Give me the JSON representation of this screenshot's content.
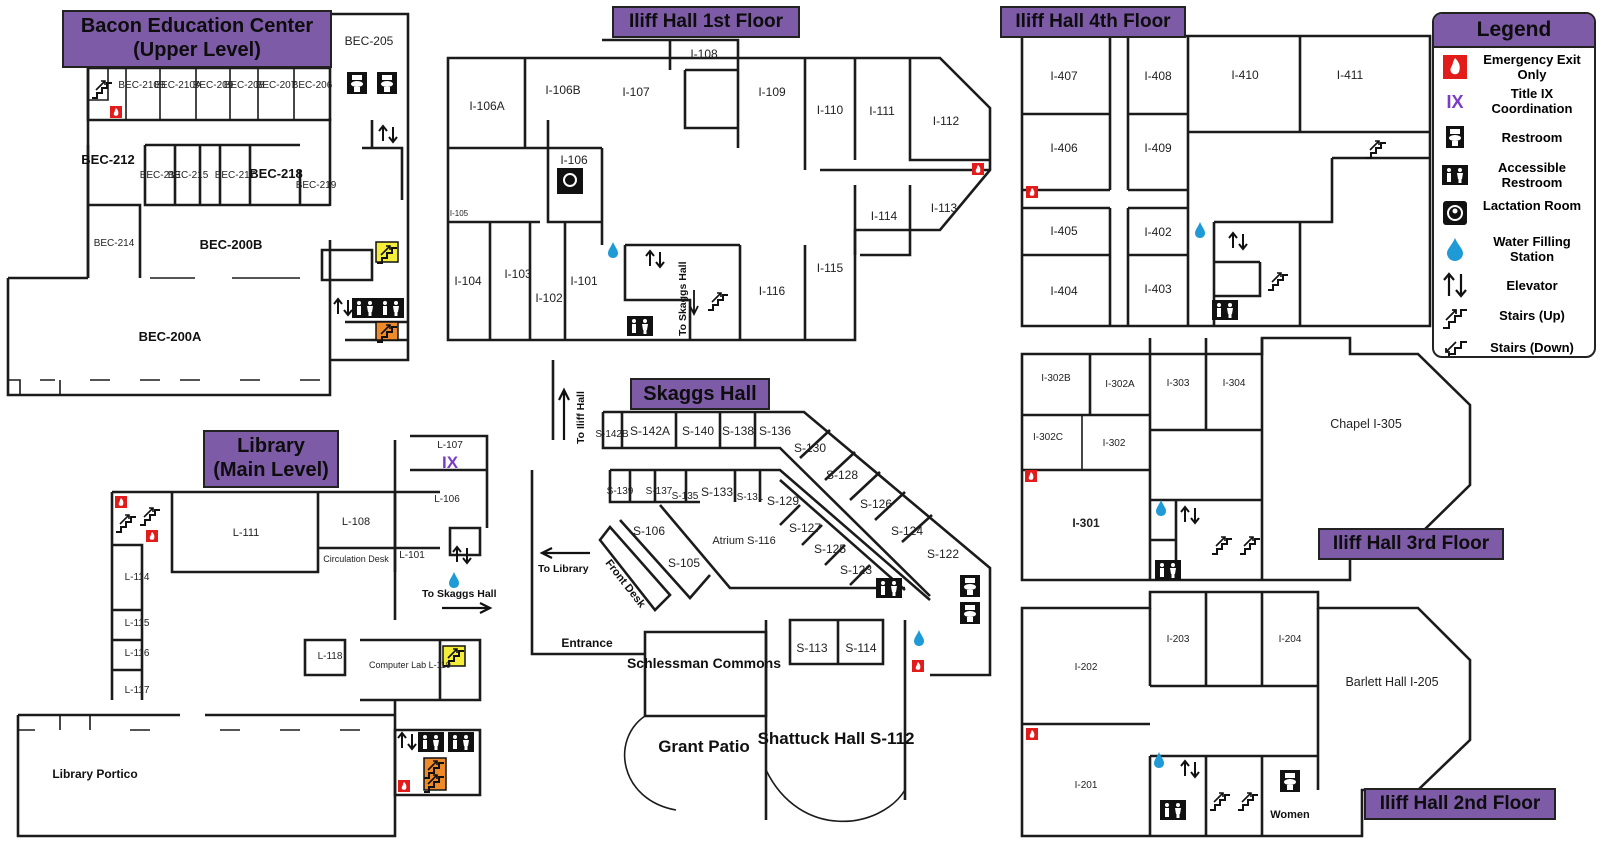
{
  "titles": {
    "bacon": "Bacon Education Center (Upper Level)",
    "iliff1": "Iliff Hall 1st Floor",
    "iliff4": "Iliff Hall 4th Floor",
    "skaggs": "Skaggs Hall",
    "library": "Library (Main Level)",
    "iliff3": "Iliff Hall 3rd Floor",
    "iliff2": "Iliff Hall 2nd Floor"
  },
  "legend": {
    "title": "Legend",
    "items": [
      {
        "icon": "emergency-exit-icon",
        "label": "Emergency Exit Only"
      },
      {
        "icon": "title-ix-icon",
        "label": "Title IX Coordination"
      },
      {
        "icon": "restroom-icon",
        "label": "Restroom"
      },
      {
        "icon": "accessible-restroom-icon",
        "label": "Accessible Restroom"
      },
      {
        "icon": "lactation-room-icon",
        "label": "Lactation Room"
      },
      {
        "icon": "water-filling-icon",
        "label": "Water Filling Station"
      },
      {
        "icon": "elevator-icon",
        "label": "Elevator"
      },
      {
        "icon": "stairs-up-icon",
        "label": "Stairs (Up)"
      },
      {
        "icon": "stairs-down-icon",
        "label": "Stairs (Down)"
      }
    ]
  },
  "colors": {
    "title_bg": "#7d5ba6",
    "exit_red": "#e21b1b",
    "water_blue": "#1e9ad6",
    "title_ix_purple": "#7a3cc4",
    "stairs_yellow": "#f4ee3a",
    "stairs_orange": "#ee8a2a"
  },
  "bacon": {
    "rooms": [
      "BEC-205",
      "BEC-210B",
      "BEC-210A",
      "BEC-209",
      "BEC-208",
      "BEC-207",
      "BEC-206",
      "BEC-212",
      "BEC-213",
      "BEC-215",
      "BEC-217",
      "BEC-218",
      "BEC-219",
      "BEC-214",
      "BEC-200B",
      "BEC-200A"
    ]
  },
  "iliff1": {
    "rooms": [
      "I-106A",
      "I-106B",
      "I-107",
      "I-108",
      "I-109",
      "I-110",
      "I-111",
      "I-112",
      "I-106",
      "I-105",
      "I-104",
      "I-103",
      "I-102",
      "I-101",
      "I-116",
      "I-115",
      "I-114",
      "I-113"
    ],
    "to_skaggs": "To Skaggs Hall"
  },
  "iliff4": {
    "rooms": [
      "I-407",
      "I-408",
      "I-410",
      "I-411",
      "I-406",
      "I-409",
      "I-405",
      "I-402",
      "I-404",
      "I-403"
    ]
  },
  "skaggs": {
    "rooms": [
      "S-142B",
      "S-142A",
      "S-140",
      "S-138",
      "S-136",
      "S-130",
      "S-128",
      "S-126",
      "S-124",
      "S-122",
      "S-139",
      "S-137",
      "S-135",
      "S-133",
      "S-131",
      "S-129",
      "S-127",
      "S-125",
      "S-123",
      "S-106",
      "S-105",
      "S-113",
      "S-114"
    ],
    "atrium": "Atrium S-116",
    "front_desk": "Front Desk",
    "entrance": "Entrance",
    "schlessman": "Schlessman Commons",
    "grant_patio": "Grant Patio",
    "shattuck": "Shattuck Hall S-112",
    "to_iliff": "To Iliff Hall",
    "to_library": "To Library"
  },
  "library": {
    "rooms": [
      "L-107",
      "L-106",
      "L-111",
      "L-108",
      "L-101",
      "L-114",
      "L-115",
      "L-116",
      "L-117",
      "L-118"
    ],
    "title_ix": "IX",
    "circulation": "Circulation Desk",
    "computer_lab": "Computer Lab L-119",
    "to_skaggs": "To Skaggs Hall",
    "portico": "Library Portico"
  },
  "iliff3": {
    "rooms": [
      "I-302B",
      "I-302A",
      "I-303",
      "I-304",
      "I-302C",
      "I-302",
      "I-301"
    ],
    "chapel": "Chapel I-305"
  },
  "iliff2": {
    "rooms": [
      "I-203",
      "I-204",
      "I-202",
      "I-201"
    ],
    "barlett": "Barlett Hall I-205",
    "women": "Women"
  }
}
